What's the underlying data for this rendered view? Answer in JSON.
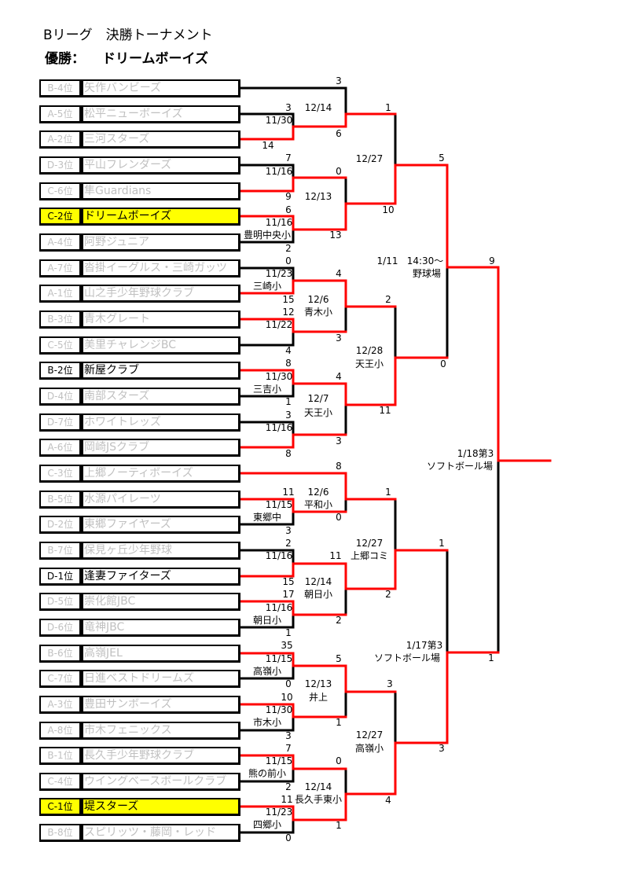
{
  "title": "Bリーグ　決勝トーナメント",
  "champion_label": "優勝：",
  "champion": "ドリームボーイズ",
  "colors": {
    "winner_line": "#ff0000",
    "loser_line": "#000000",
    "highlight": "#ffff00",
    "eliminated_text": "#c0c0c0"
  },
  "teams": [
    {
      "seed": "B-4位",
      "name": "矢作バンビーズ",
      "highlight": false,
      "active": false
    },
    {
      "seed": "A-5位",
      "name": "松平ニューボーイズ",
      "highlight": false,
      "active": false
    },
    {
      "seed": "A-2位",
      "name": "三河スターズ",
      "highlight": false,
      "active": false
    },
    {
      "seed": "D-3位",
      "name": "平山フレンダーズ",
      "highlight": false,
      "active": false
    },
    {
      "seed": "C-6位",
      "name": "隼Guardians",
      "highlight": false,
      "active": false
    },
    {
      "seed": "C-2位",
      "name": "ドリームボーイズ",
      "highlight": true,
      "active": true
    },
    {
      "seed": "A-4位",
      "name": "阿野ジュニア",
      "highlight": false,
      "active": false
    },
    {
      "seed": "A-7位",
      "name": "沓掛イーグルス・三崎ガッツ",
      "highlight": false,
      "active": false
    },
    {
      "seed": "A-1位",
      "name": "山之手少年野球クラブ",
      "highlight": false,
      "active": false
    },
    {
      "seed": "B-3位",
      "name": "青木グレート",
      "highlight": false,
      "active": false
    },
    {
      "seed": "C-5位",
      "name": "美里チャレンジBC",
      "highlight": false,
      "active": false
    },
    {
      "seed": "B-2位",
      "name": "新屋クラブ",
      "highlight": false,
      "active": true
    },
    {
      "seed": "D-4位",
      "name": "南部スターズ",
      "highlight": false,
      "active": false
    },
    {
      "seed": "D-7位",
      "name": "ホワイトレッズ",
      "highlight": false,
      "active": false
    },
    {
      "seed": "A-6位",
      "name": "岡崎JSクラブ",
      "highlight": false,
      "active": false
    },
    {
      "seed": "C-3位",
      "name": "上郷ノーティボーイズ",
      "highlight": false,
      "active": false
    },
    {
      "seed": "B-5位",
      "name": "水源パイレーツ",
      "highlight": false,
      "active": false
    },
    {
      "seed": "D-2位",
      "name": "東郷ファイヤーズ",
      "highlight": false,
      "active": false
    },
    {
      "seed": "B-7位",
      "name": "保見ヶ丘少年野球",
      "highlight": false,
      "active": false
    },
    {
      "seed": "D-1位",
      "name": "逢妻ファイターズ",
      "highlight": false,
      "active": true
    },
    {
      "seed": "D-5位",
      "name": "崇化館JBC",
      "highlight": false,
      "active": false
    },
    {
      "seed": "D-6位",
      "name": "竜神JBC",
      "highlight": false,
      "active": false
    },
    {
      "seed": "B-6位",
      "name": "高嶺JEL",
      "highlight": false,
      "active": false
    },
    {
      "seed": "C-7位",
      "name": "日進ベストドリームズ",
      "highlight": false,
      "active": false
    },
    {
      "seed": "A-3位",
      "name": "豊田サンボーイズ",
      "highlight": false,
      "active": false
    },
    {
      "seed": "A-8位",
      "name": "市木フェニックス",
      "highlight": false,
      "active": false
    },
    {
      "seed": "B-1位",
      "name": "長久手少年野球クラブ",
      "highlight": false,
      "active": false
    },
    {
      "seed": "C-4位",
      "name": "ウイングベースボールクラブ",
      "highlight": false,
      "active": false
    },
    {
      "seed": "C-1位",
      "name": "堤スターズ",
      "highlight": true,
      "active": true
    },
    {
      "seed": "B-8位",
      "name": "スピリッツ・藤岡・レッド",
      "highlight": false,
      "active": false
    }
  ],
  "labels": [
    "3",
    "3",
    "11/30",
    "14",
    "6",
    "12/14",
    "7",
    "11/16",
    "0",
    "9",
    "12/13",
    "6",
    "11/16",
    "豊明中央小",
    "13",
    "2",
    "1",
    "12/27",
    "10",
    "5",
    "0",
    "11/23",
    "三崎小",
    "4",
    "15",
    "12/6",
    "青木小",
    "12",
    "11/22",
    "3",
    "4",
    "1/11",
    "14:30～",
    "野球場",
    "9",
    "2",
    "12/28",
    "天王小",
    "0",
    "8",
    "11/30",
    "三吉小",
    "4",
    "1",
    "12/7",
    "天王小",
    "3",
    "11/16",
    "3",
    "8",
    "11",
    "1/18第3",
    "ソフトボール場",
    "8",
    "11",
    "12/6",
    "11/15",
    "平和小",
    "東郷中",
    "0",
    "3",
    "1",
    "2",
    "11/16",
    "11",
    "15",
    "12/14",
    "17",
    "朝日小",
    "11/16",
    "2",
    "朝日小",
    "1",
    "12/27",
    "上郷コミ",
    "2",
    "1",
    "35",
    "11/15",
    "5",
    "高嶺小",
    "0",
    "12/13",
    "井上",
    "10",
    "11/30",
    "1",
    "市木小",
    "3",
    "1/17第3",
    "ソフトボール場",
    "1",
    "3",
    "12/27",
    "高嶺小",
    "3",
    "4",
    "7",
    "11/15",
    "0",
    "熊の前小",
    "2",
    "12/14",
    "11",
    "長久手東小",
    "11/23",
    "1",
    "四郷小",
    "0"
  ]
}
